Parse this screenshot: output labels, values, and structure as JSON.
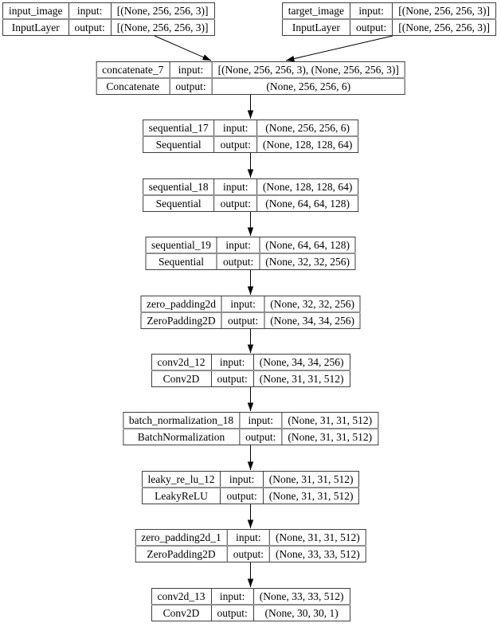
{
  "diagram": {
    "kind": "keras-model-architecture-plot",
    "colors": {
      "background": "#ffffff",
      "node_border": "#3f3f3f",
      "row_divider": "#8f8f8f",
      "edge": "#000000",
      "text": "#000000"
    },
    "labels": {
      "input": "input:",
      "output": "output:"
    },
    "nodes": [
      {
        "name": "input_image",
        "class_name": "InputLayer",
        "input_shape": "[(None, 256, 256, 3)]",
        "output_shape": "[(None, 256, 256, 3)]"
      },
      {
        "name": "target_image",
        "class_name": "InputLayer",
        "input_shape": "[(None, 256, 256, 3)]",
        "output_shape": "[(None, 256, 256, 3)]"
      },
      {
        "name": "concatenate_7",
        "class_name": "Concatenate",
        "input_shape": "[(None, 256, 256, 3), (None, 256, 256, 3)]",
        "output_shape": "(None, 256, 256, 6)"
      },
      {
        "name": "sequential_17",
        "class_name": "Sequential",
        "input_shape": "(None, 256, 256, 6)",
        "output_shape": "(None, 128, 128, 64)"
      },
      {
        "name": "sequential_18",
        "class_name": "Sequential",
        "input_shape": "(None, 128, 128, 64)",
        "output_shape": "(None, 64, 64, 128)"
      },
      {
        "name": "sequential_19",
        "class_name": "Sequential",
        "input_shape": "(None, 64, 64, 128)",
        "output_shape": "(None, 32, 32, 256)"
      },
      {
        "name": "zero_padding2d",
        "class_name": "ZeroPadding2D",
        "input_shape": "(None, 32, 32, 256)",
        "output_shape": "(None, 34, 34, 256)"
      },
      {
        "name": "conv2d_12",
        "class_name": "Conv2D",
        "input_shape": "(None, 34, 34, 256)",
        "output_shape": "(None, 31, 31, 512)"
      },
      {
        "name": "batch_normalization_18",
        "class_name": "BatchNormalization",
        "input_shape": "(None, 31, 31, 512)",
        "output_shape": "(None, 31, 31, 512)"
      },
      {
        "name": "leaky_re_lu_12",
        "class_name": "LeakyReLU",
        "input_shape": "(None, 31, 31, 512)",
        "output_shape": "(None, 31, 31, 512)"
      },
      {
        "name": "zero_padding2d_1",
        "class_name": "ZeroPadding2D",
        "input_shape": "(None, 31, 31, 512)",
        "output_shape": "(None, 33, 33, 512)"
      },
      {
        "name": "conv2d_13",
        "class_name": "Conv2D",
        "input_shape": "(None, 33, 33, 512)",
        "output_shape": "(None, 30, 30, 1)"
      }
    ],
    "edges": [
      {
        "from": "input_image",
        "to": "concatenate_7"
      },
      {
        "from": "target_image",
        "to": "concatenate_7"
      },
      {
        "from": "concatenate_7",
        "to": "sequential_17"
      },
      {
        "from": "sequential_17",
        "to": "sequential_18"
      },
      {
        "from": "sequential_18",
        "to": "sequential_19"
      },
      {
        "from": "sequential_19",
        "to": "zero_padding2d"
      },
      {
        "from": "zero_padding2d",
        "to": "conv2d_12"
      },
      {
        "from": "conv2d_12",
        "to": "batch_normalization_18"
      },
      {
        "from": "batch_normalization_18",
        "to": "leaky_re_lu_12"
      },
      {
        "from": "leaky_re_lu_12",
        "to": "zero_padding2d_1"
      },
      {
        "from": "zero_padding2d_1",
        "to": "conv2d_13"
      }
    ]
  }
}
